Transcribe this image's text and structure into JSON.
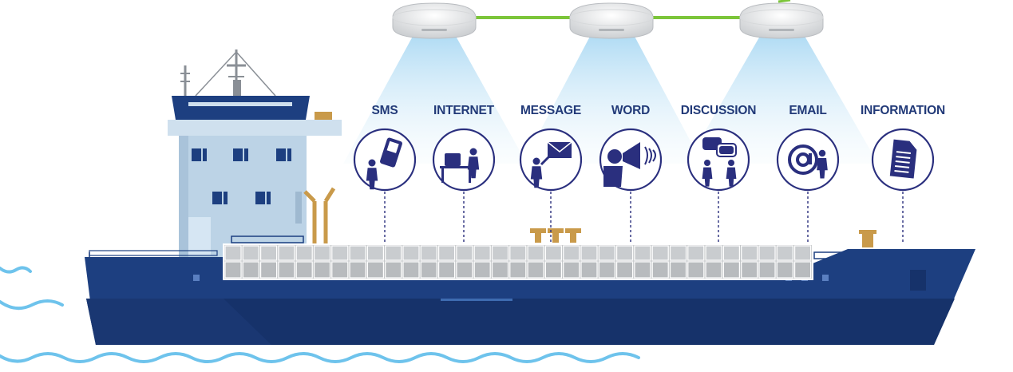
{
  "services": [
    {
      "label": "SMS",
      "icon": "phone-person-icon"
    },
    {
      "label": "INTERNET",
      "icon": "computer-user-icon"
    },
    {
      "label": "MESSAGE",
      "icon": "envelope-person-icon"
    },
    {
      "label": "WORD",
      "icon": "megaphone-icon"
    },
    {
      "label": "DISCUSSION",
      "icon": "chat-people-icon"
    },
    {
      "label": "EMAIL",
      "icon": "at-sign-person-icon"
    },
    {
      "label": "INFORMATION",
      "icon": "document-icon"
    }
  ],
  "access_points": 3,
  "colors": {
    "hull": "#1d3f80",
    "hull_dark": "#16326a",
    "superstructure": "#bcd3e6",
    "label_text": "#223a78",
    "icon_navy": "#2a2f7e",
    "beam": "#bfe2f5",
    "link_green": "#7cc53a",
    "water": "#6ec3ec",
    "cargo_crane": "#c99a4a",
    "container_grey": "#c4c7c9"
  }
}
